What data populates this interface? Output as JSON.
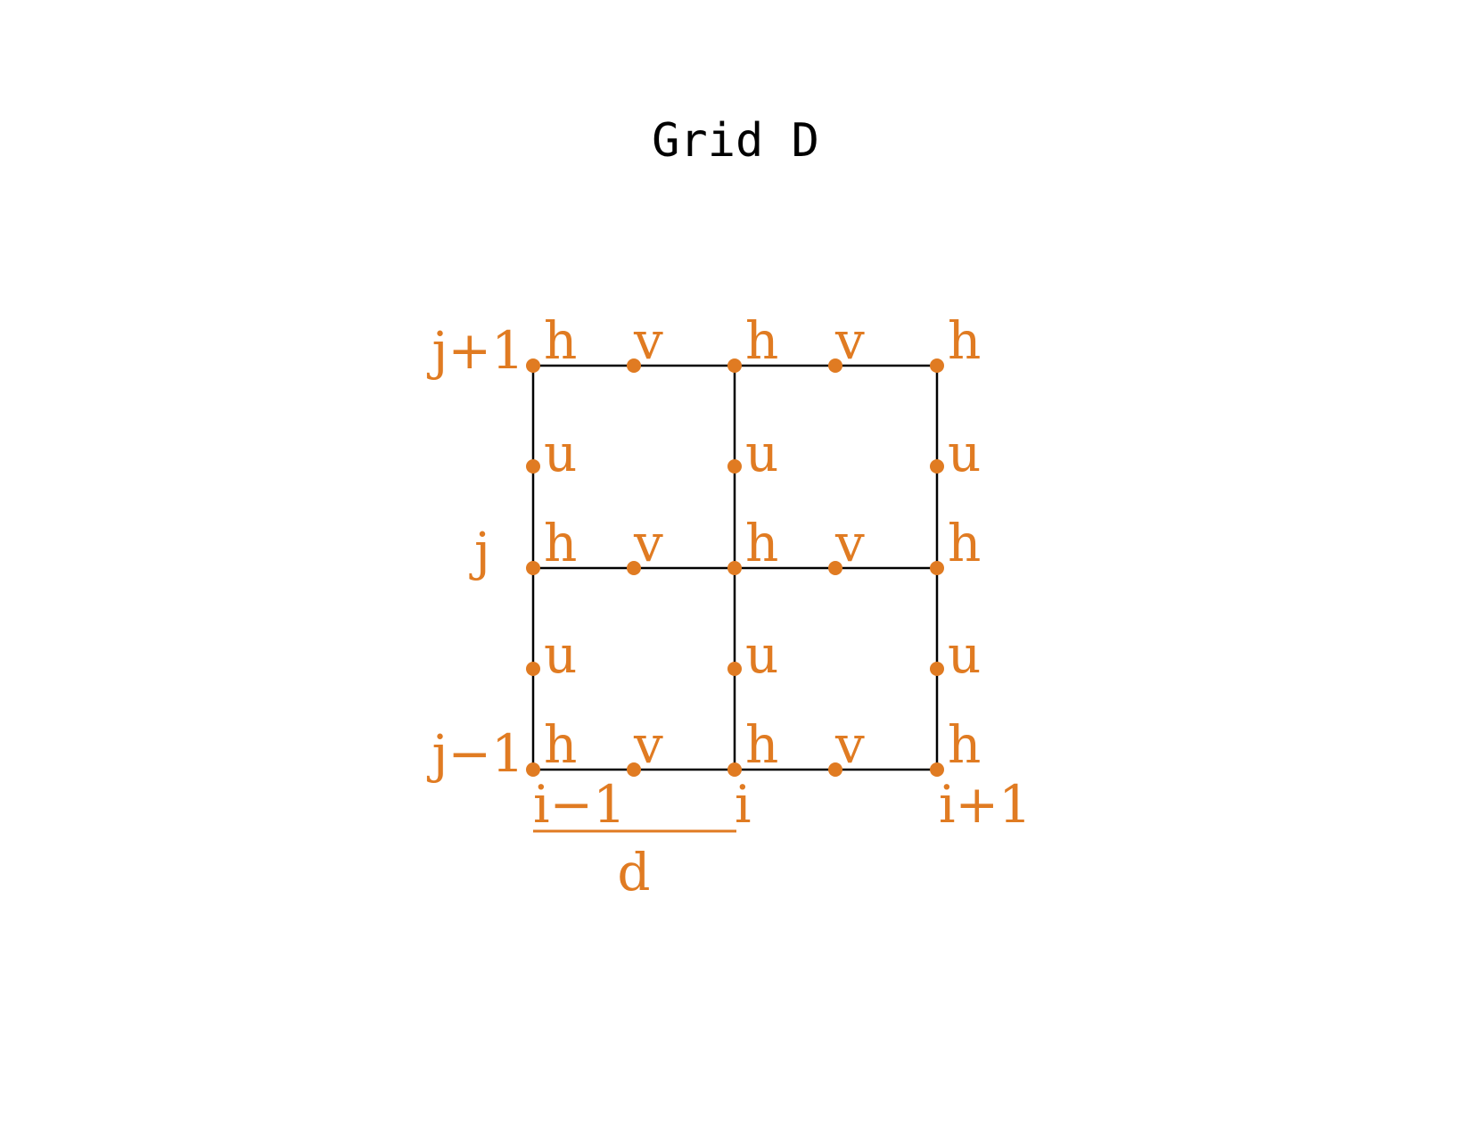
{
  "title": "Grid D",
  "colors": {
    "accent": "#e07b22",
    "lines": "#000000",
    "background": "#ffffff"
  },
  "column_labels": [
    "i−1",
    "i",
    "i+1"
  ],
  "row_labels": [
    "j−1",
    "j",
    "j+1"
  ],
  "variable_labels": {
    "h": "h",
    "u": "u",
    "v": "v"
  },
  "spacing_label": "d"
}
